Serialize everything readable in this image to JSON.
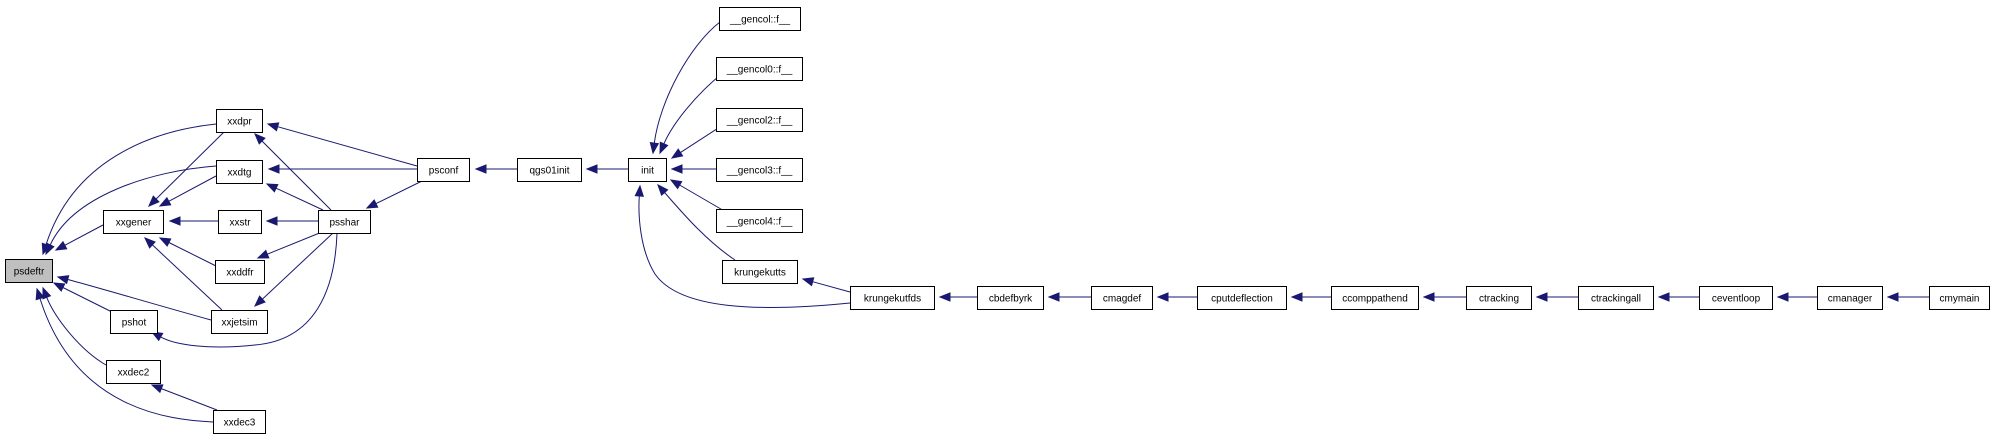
{
  "diagram": {
    "type": "call-graph",
    "root": "psdeftr",
    "colors": {
      "edge": "#191970",
      "node_border": "#000000",
      "root_fill": "#bfbfbf",
      "node_fill": "#ffffff"
    },
    "nodes": [
      {
        "id": "psdeftr",
        "label": "psdeftr"
      },
      {
        "id": "xxdpr",
        "label": "xxdpr"
      },
      {
        "id": "xxdtg",
        "label": "xxdtg"
      },
      {
        "id": "xxgener",
        "label": "xxgener"
      },
      {
        "id": "xxstr",
        "label": "xxstr"
      },
      {
        "id": "xxddfr",
        "label": "xxddfr"
      },
      {
        "id": "xxjetsim",
        "label": "xxjetsim"
      },
      {
        "id": "pshot",
        "label": "pshot"
      },
      {
        "id": "xxdec2",
        "label": "xxdec2"
      },
      {
        "id": "xxdec3",
        "label": "xxdec3"
      },
      {
        "id": "psconf",
        "label": "psconf"
      },
      {
        "id": "psshar",
        "label": "psshar"
      },
      {
        "id": "qgs01init",
        "label": "qgs01init"
      },
      {
        "id": "init",
        "label": "init"
      },
      {
        "id": "gencol",
        "label": "__gencol::f__"
      },
      {
        "id": "gencol0",
        "label": "__gencol0::f__"
      },
      {
        "id": "gencol2",
        "label": "__gencol2::f__"
      },
      {
        "id": "gencol3",
        "label": "__gencol3::f__"
      },
      {
        "id": "gencol4",
        "label": "__gencol4::f__"
      },
      {
        "id": "krungekutts",
        "label": "krungekutts"
      },
      {
        "id": "krungekutfds",
        "label": "krungekutfds"
      },
      {
        "id": "cbdefbyrk",
        "label": "cbdefbyrk"
      },
      {
        "id": "cmagdef",
        "label": "cmagdef"
      },
      {
        "id": "cputdeflection",
        "label": "cputdeflection"
      },
      {
        "id": "ccomppathend",
        "label": "ccomppathend"
      },
      {
        "id": "ctracking",
        "label": "ctracking"
      },
      {
        "id": "ctrackingall",
        "label": "ctrackingall"
      },
      {
        "id": "ceventloop",
        "label": "ceventloop"
      },
      {
        "id": "cmanager",
        "label": "cmanager"
      },
      {
        "id": "cmymain",
        "label": "cmymain"
      }
    ],
    "edges": [
      {
        "from": "xxdpr",
        "to": "psdeftr"
      },
      {
        "from": "xxdtg",
        "to": "psdeftr"
      },
      {
        "from": "xxgener",
        "to": "psdeftr"
      },
      {
        "from": "xxjetsim",
        "to": "psdeftr"
      },
      {
        "from": "pshot",
        "to": "psdeftr"
      },
      {
        "from": "xxdec2",
        "to": "psdeftr"
      },
      {
        "from": "xxdec3",
        "to": "psdeftr"
      },
      {
        "from": "xxdpr",
        "to": "xxgener"
      },
      {
        "from": "xxdtg",
        "to": "xxgener"
      },
      {
        "from": "xxstr",
        "to": "xxgener"
      },
      {
        "from": "xxddfr",
        "to": "xxgener"
      },
      {
        "from": "xxjetsim",
        "to": "xxgener"
      },
      {
        "from": "psconf",
        "to": "xxdpr"
      },
      {
        "from": "psshar",
        "to": "xxdpr"
      },
      {
        "from": "psconf",
        "to": "xxdtg"
      },
      {
        "from": "psshar",
        "to": "xxdtg"
      },
      {
        "from": "psshar",
        "to": "xxstr"
      },
      {
        "from": "psshar",
        "to": "xxddfr"
      },
      {
        "from": "psshar",
        "to": "xxjetsim"
      },
      {
        "from": "psshar",
        "to": "pshot"
      },
      {
        "from": "xxdec3",
        "to": "xxdec2"
      },
      {
        "from": "psconf",
        "to": "psshar"
      },
      {
        "from": "qgs01init",
        "to": "psconf"
      },
      {
        "from": "init",
        "to": "qgs01init"
      },
      {
        "from": "gencol",
        "to": "init"
      },
      {
        "from": "gencol0",
        "to": "init"
      },
      {
        "from": "gencol2",
        "to": "init"
      },
      {
        "from": "gencol3",
        "to": "init"
      },
      {
        "from": "gencol4",
        "to": "init"
      },
      {
        "from": "krungekutts",
        "to": "init"
      },
      {
        "from": "krungekutfds",
        "to": "init"
      },
      {
        "from": "krungekutfds",
        "to": "krungekutts"
      },
      {
        "from": "cbdefbyrk",
        "to": "krungekutfds"
      },
      {
        "from": "cmagdef",
        "to": "cbdefbyrk"
      },
      {
        "from": "cputdeflection",
        "to": "cmagdef"
      },
      {
        "from": "ccomppathend",
        "to": "cputdeflection"
      },
      {
        "from": "ctracking",
        "to": "ccomppathend"
      },
      {
        "from": "ctrackingall",
        "to": "ctracking"
      },
      {
        "from": "ceventloop",
        "to": "ctrackingall"
      },
      {
        "from": "cmanager",
        "to": "ceventloop"
      },
      {
        "from": "cmymain",
        "to": "cmanager"
      }
    ]
  }
}
